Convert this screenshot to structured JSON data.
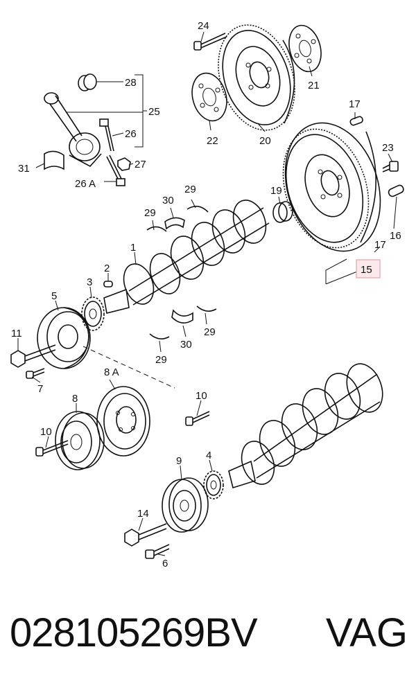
{
  "callouts": [
    {
      "id": "c1",
      "text": "1"
    },
    {
      "id": "c2",
      "text": "2"
    },
    {
      "id": "c3",
      "text": "3"
    },
    {
      "id": "c4",
      "text": "4"
    },
    {
      "id": "c5",
      "text": "5"
    },
    {
      "id": "c6",
      "text": "6"
    },
    {
      "id": "c7",
      "text": "7"
    },
    {
      "id": "c8",
      "text": "8"
    },
    {
      "id": "c8a",
      "text": "8 A"
    },
    {
      "id": "c9",
      "text": "9"
    },
    {
      "id": "c10a",
      "text": "10"
    },
    {
      "id": "c10b",
      "text": "10"
    },
    {
      "id": "c11",
      "text": "11"
    },
    {
      "id": "c14",
      "text": "14"
    },
    {
      "id": "c15",
      "text": "15"
    },
    {
      "id": "c16",
      "text": "16"
    },
    {
      "id": "c17a",
      "text": "17"
    },
    {
      "id": "c17b",
      "text": "17"
    },
    {
      "id": "c19",
      "text": "19"
    },
    {
      "id": "c20",
      "text": "20"
    },
    {
      "id": "c21",
      "text": "21"
    },
    {
      "id": "c22",
      "text": "22"
    },
    {
      "id": "c23",
      "text": "23"
    },
    {
      "id": "c24",
      "text": "24"
    },
    {
      "id": "c25",
      "text": "25"
    },
    {
      "id": "c26",
      "text": "26"
    },
    {
      "id": "c26a",
      "text": "26 A"
    },
    {
      "id": "c27",
      "text": "27"
    },
    {
      "id": "c28",
      "text": "28"
    },
    {
      "id": "c29a",
      "text": "29"
    },
    {
      "id": "c29b",
      "text": "29"
    },
    {
      "id": "c29c",
      "text": "29"
    },
    {
      "id": "c29d",
      "text": "29"
    },
    {
      "id": "c30a",
      "text": "30"
    },
    {
      "id": "c30b",
      "text": "30"
    },
    {
      "id": "c31",
      "text": "31"
    }
  ],
  "highlight_color": "#e8a0a8",
  "footer": {
    "part_number": "028105269BV",
    "brand": "VAG"
  }
}
